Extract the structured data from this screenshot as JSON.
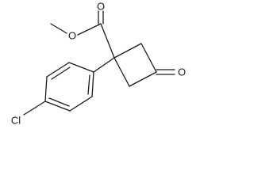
{
  "atoms": {
    "ester_oxygen": "O",
    "carbonyl_oxygen_ester": "O",
    "ketone_oxygen": "O",
    "chlorine": "Cl"
  }
}
